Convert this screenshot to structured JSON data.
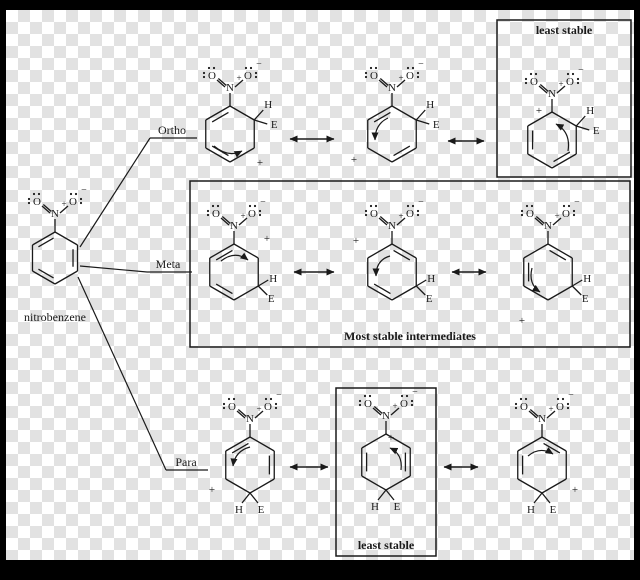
{
  "labels": {
    "nitrobenzene": "nitrobenzene",
    "ortho": "Ortho",
    "meta": "Meta",
    "para": "Para",
    "ortho_box_title": "least stable",
    "para_box_title": "least stable",
    "meta_box_title": "Most stable intermediates"
  },
  "atoms": {
    "nitrogen": "N",
    "oxygen": "O",
    "hydrogen": "H",
    "electrophile": "E",
    "plus": "+",
    "minus": "−"
  },
  "colors": {
    "line": "#1a1a1a",
    "frame": "#000000",
    "checker": "#e2e2e2",
    "paper": "#ffffff"
  },
  "rows": [
    {
      "attack": "Ortho",
      "structures": 3,
      "boxed": "third structure, least stable"
    },
    {
      "attack": "Meta",
      "structures": 3,
      "boxed": "all three, Most stable intermediates"
    },
    {
      "attack": "Para",
      "structures": 3,
      "boxed": "middle structure, least stable"
    }
  ]
}
